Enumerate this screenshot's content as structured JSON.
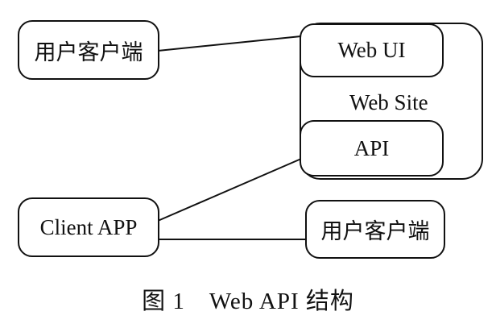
{
  "nodes": {
    "user_client_top": "用户客户端",
    "web_ui": "Web UI",
    "web_site": "Web Site",
    "api": "API",
    "client_app": "Client APP",
    "user_client_bottom": "用户客户端"
  },
  "caption": "图 1　Web API 结构"
}
